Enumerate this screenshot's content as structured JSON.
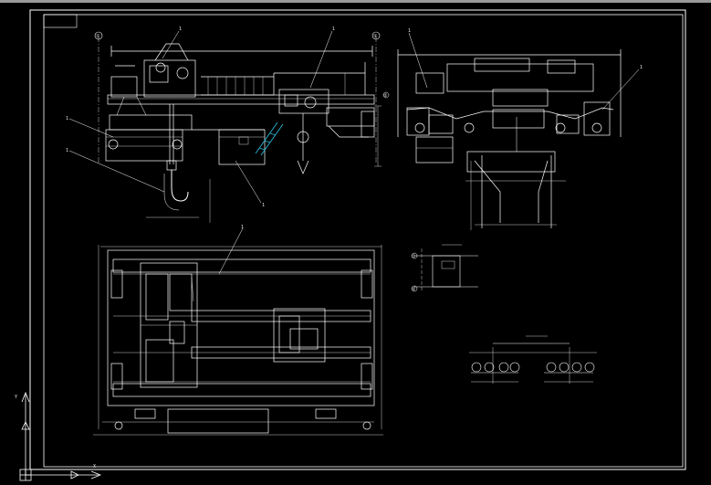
{
  "colors": {
    "background": "#000000",
    "line": "#ffffff",
    "detail": "#d8d8d8",
    "highlight": "#2ab7d6",
    "top_bar": "#9a9a9a"
  },
  "callouts": {
    "top_left": "1",
    "top_mid": "1",
    "left_a": "1",
    "left_b": "1",
    "hook_ref": "1",
    "right_top": "1",
    "right_side": "1",
    "plan_ref": "1"
  },
  "axis_markers": {
    "left": "①",
    "right": "②",
    "right_view": "②",
    "small_top": "①",
    "small_bottom": "②"
  },
  "ucs_icon": {
    "x_label": "X",
    "y_label": "Y"
  }
}
